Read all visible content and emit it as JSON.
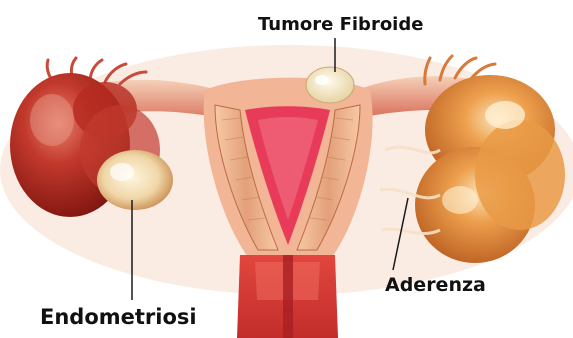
{
  "labels": {
    "fibroid": "Tumore Fibroide",
    "adhesion": "Aderenza",
    "endometriosis": "Endometriosi"
  },
  "colors": {
    "background": "#ffffff",
    "tissue_dark": "#9c1b14",
    "tissue_mid": "#c9352a",
    "tissue_light": "#f2c4a6",
    "ovary_orange": "#e58c2f",
    "fibroid_cream": "#f4e9c8",
    "cavity_pink": "#e83b5a",
    "leader_line": "#1a1a1a",
    "text": "#111111"
  }
}
